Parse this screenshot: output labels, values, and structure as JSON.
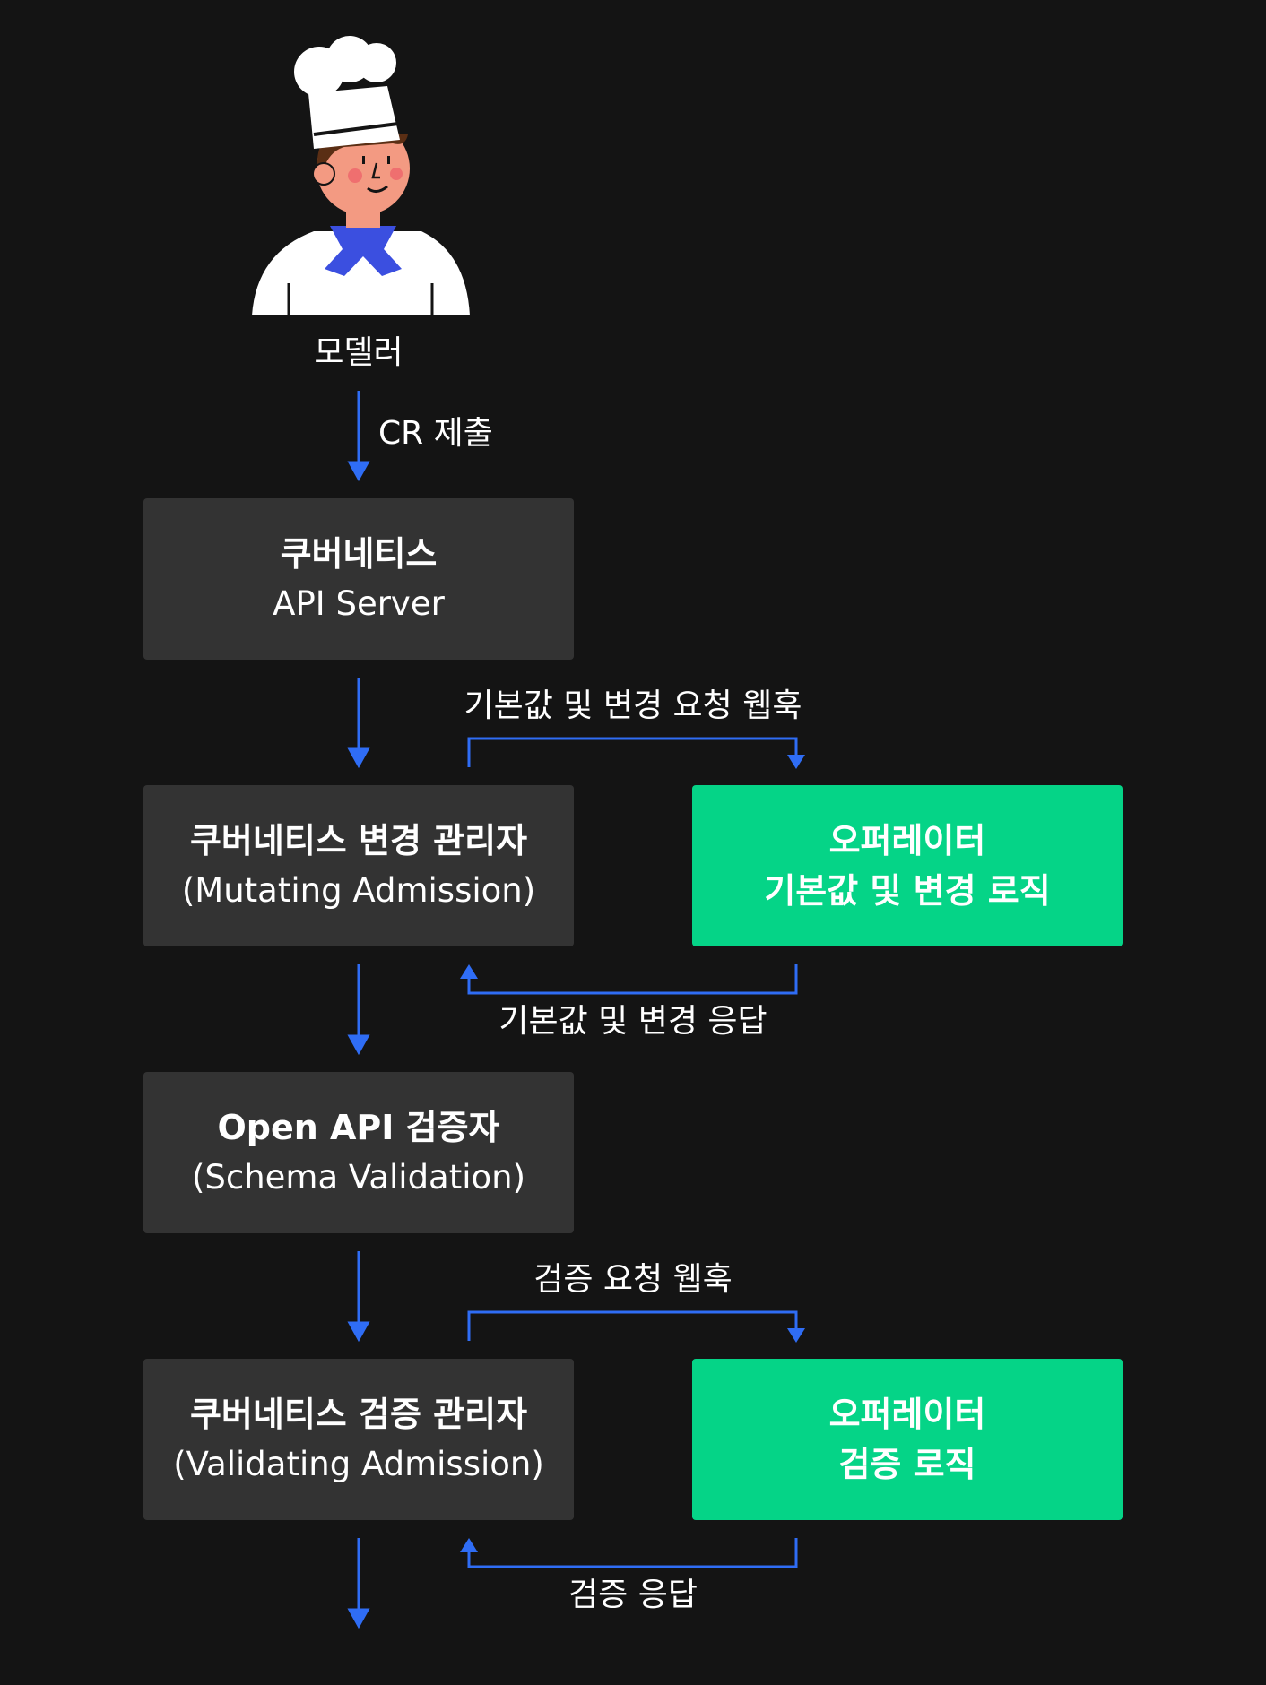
{
  "actor": {
    "icon": "chef-icon",
    "label": "모델러"
  },
  "arrows": {
    "submit_label": "CR 제출"
  },
  "api_server": {
    "title": "쿠버네티스",
    "subtitle": "API Server"
  },
  "mutating": {
    "title": "쿠버네티스 변경 관리자",
    "subtitle": "(Mutating Admission)",
    "webhook_label": "기본값 및 변경 요청 웹훅",
    "response_label": "기본값 및 변경 응답"
  },
  "operator_mutating": {
    "title": "오퍼레이터",
    "subtitle": "기본값 및 변경 로직"
  },
  "openapi": {
    "title": "Open API 검증자",
    "subtitle": "(Schema Validation)"
  },
  "validating": {
    "title": "쿠버네티스 검증 관리자",
    "subtitle": "(Validating Admission)",
    "webhook_label": "검증 요청 웹훅",
    "response_label": "검증 응답"
  },
  "operator_validating": {
    "title": "오퍼레이터",
    "subtitle": "검증 로직"
  },
  "colors": {
    "background": "#141414",
    "box_dark": "#333333",
    "box_green": "#05d487",
    "arrow": "#2f6df5"
  }
}
